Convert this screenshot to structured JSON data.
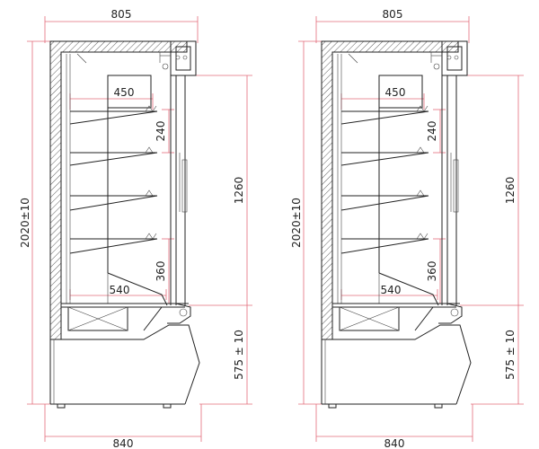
{
  "views": [
    {
      "id": "left",
      "dims": {
        "top_width": "805",
        "bottom_width": "840",
        "shelf_depth": "450",
        "shelf_spacing": "240",
        "total_height": "2020±10",
        "display_height": "1260",
        "base_height": "575 ± 10",
        "bottom_depth": "540",
        "bottom_shelf_height": "360"
      }
    },
    {
      "id": "right",
      "dims": {
        "top_width": "805",
        "bottom_width": "840",
        "shelf_depth": "450",
        "shelf_spacing": "240",
        "total_height": "2020±10",
        "display_height": "1260",
        "base_height": "575 ± 10",
        "bottom_depth": "540",
        "bottom_shelf_height": "360"
      }
    }
  ],
  "colors": {
    "dimension_line": "#e36b7a",
    "outline": "#222222"
  }
}
